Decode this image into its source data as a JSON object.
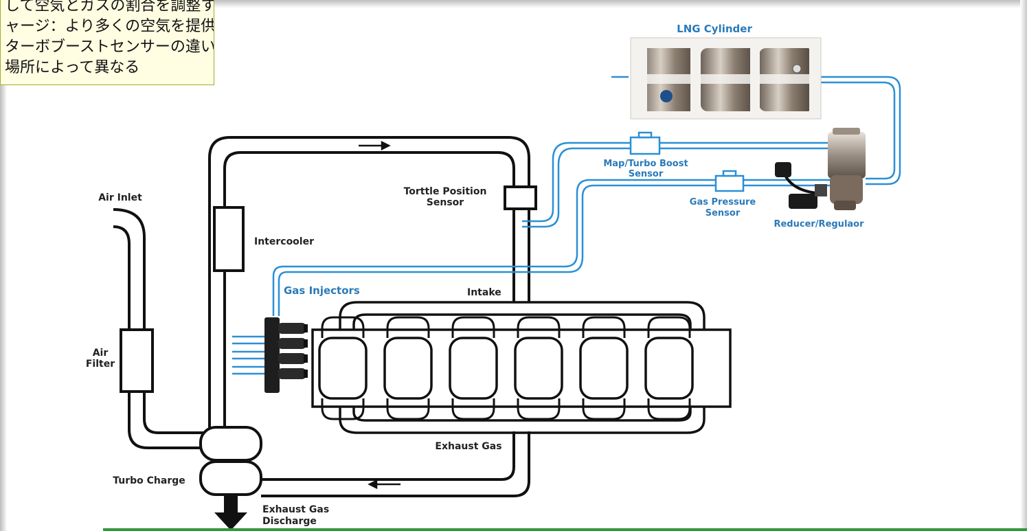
{
  "note": {
    "lines": [
      "して空気とガスの割合を調整する",
      "ャージ：より多くの空気を提供する",
      "ターボブーストセンサーの違い",
      "場所によって異なる"
    ]
  },
  "diagram": {
    "labels": {
      "lng_cylinder": "LNG Cylinder",
      "map_turbo_line1": "Map/Turbo Boost",
      "map_turbo_line2": "Sensor",
      "gas_pressure_line1": "Gas Pressure",
      "gas_pressure_line2": "Sensor",
      "reducer": "Reducer/Regulaor",
      "throttle_line1": "Torttle Position",
      "throttle_line2": "Sensor",
      "air_inlet": "Air Inlet",
      "intercooler": "Intercooler",
      "gas_injectors": "Gas Injectors",
      "intake": "Intake",
      "air_filter_line1": "Air",
      "air_filter_line2": "Filter",
      "exhaust_gas": "Exhaust Gas",
      "turbo_charge": "Turbo Charge",
      "exhaust_discharge_line1": "Exhaust Gas",
      "exhaust_discharge_line2": "Discharge"
    },
    "colors": {
      "pipe": "#111111",
      "gas_line": "#2a8fd6",
      "label_blue": "#2a7ab8"
    },
    "cylinder_count": 6
  }
}
